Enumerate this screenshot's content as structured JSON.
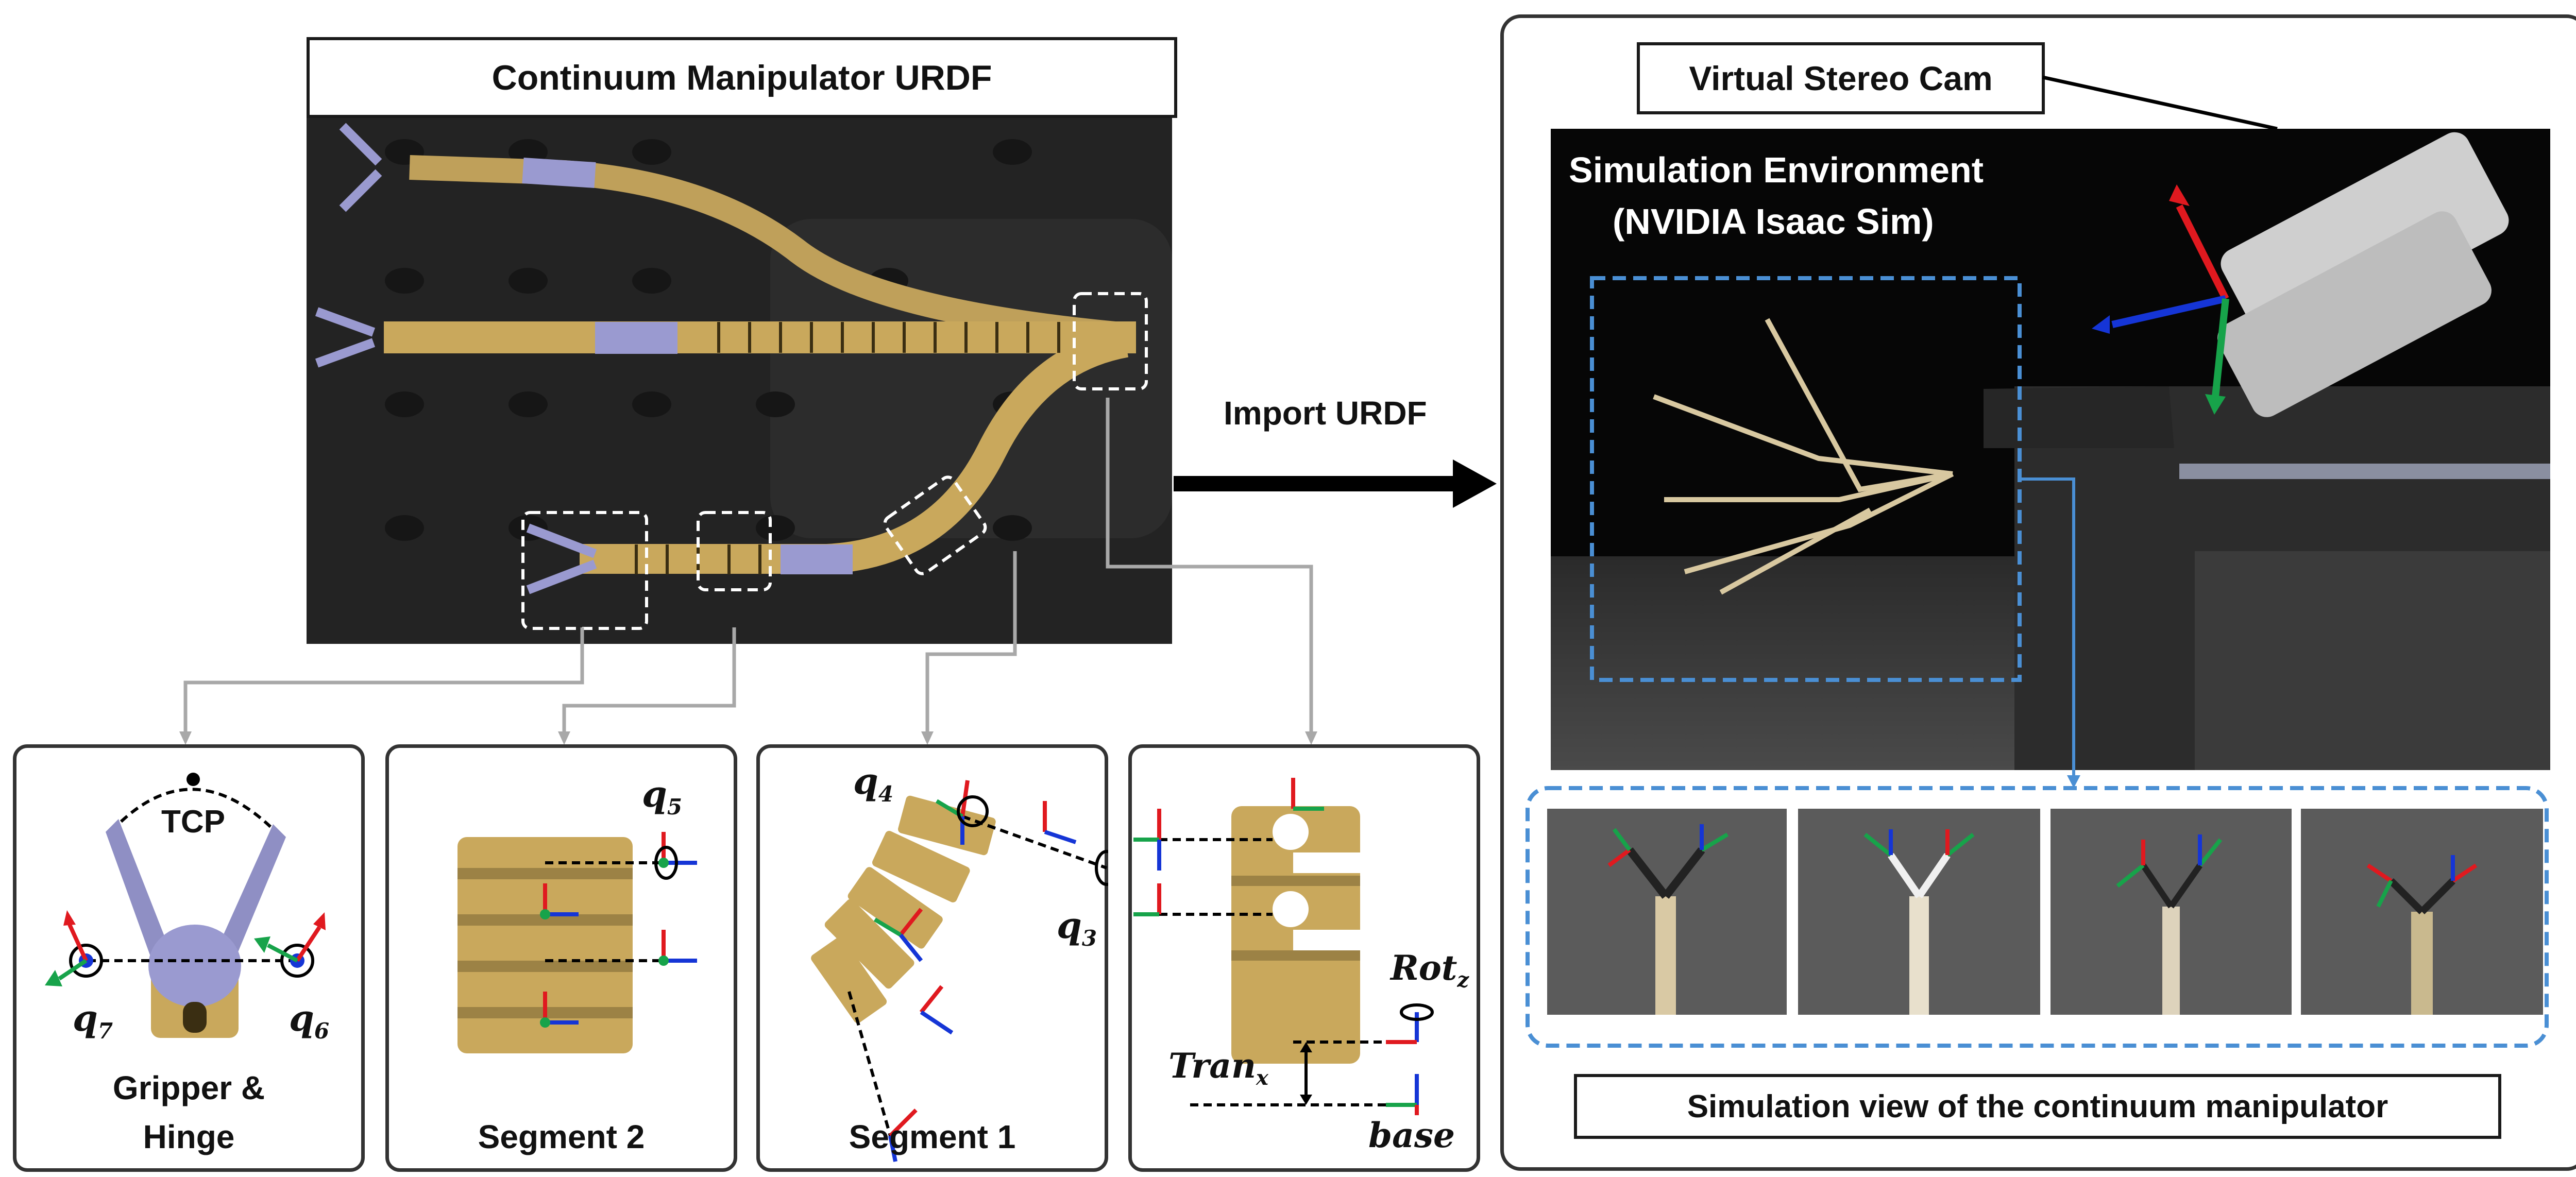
{
  "urdf": {
    "title": "Continuum Manipulator URDF"
  },
  "import_label": "Import URDF",
  "camera_label": "Virtual Stereo Cam",
  "sim": {
    "env_line1": "Simulation Environment",
    "env_line2": "(NVIDIA Isaac Sim)",
    "caption": "Simulation view of the continuum manipulator"
  },
  "panels": {
    "gripper": {
      "title_line1": "Gripper &",
      "title_line2": "Hinge",
      "tcp": "TCP",
      "q7": "q",
      "q7_sub": "7",
      "q6": "q",
      "q6_sub": "6"
    },
    "segment2": {
      "title": "Segment 2",
      "q5": "q",
      "q5_sub": "5"
    },
    "segment1": {
      "title": "Segment 1",
      "q4": "q",
      "q4_sub": "4",
      "q3": "q",
      "q3_sub": "3"
    },
    "base": {
      "rot": "Rot",
      "rot_sub": "z",
      "tran": "Tran",
      "tran_sub": "x",
      "base": "base"
    }
  },
  "colors": {
    "axis_x": "#e0191f",
    "axis_y": "#17a34a",
    "axis_z": "#1535d6",
    "dashed_blue": "#4a8fd4",
    "link_gold": "#c9a85c",
    "link_lavender": "#9a9ad0"
  }
}
